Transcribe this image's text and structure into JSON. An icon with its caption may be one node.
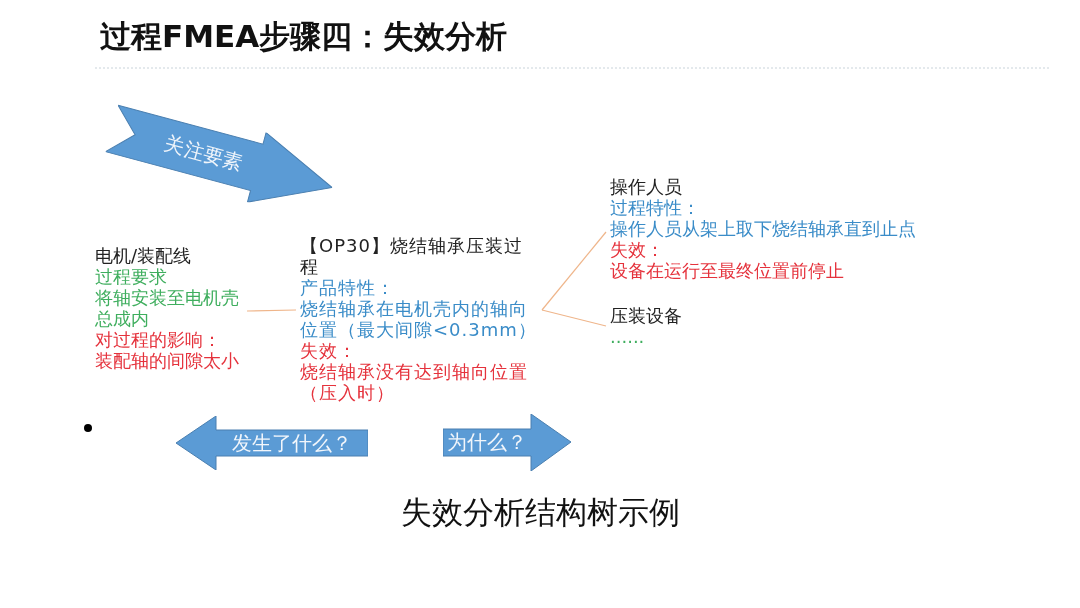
{
  "diagram": {
    "title": "过程FMEA步骤四：失效分析",
    "caption": "失效分析结构树示例",
    "nodes": [
      {
        "text": [
          "关注要素"
        ]
      },
      {
        "text": [
          "电机/装配线",
          "过程要求",
          "将轴安装至电机壳总成内",
          "对过程的影响：",
          "装配轴的间隙太小"
        ]
      },
      {
        "text": [
          "【OP30】烧结轴承压装过程",
          "产品特性：",
          "烧结轴承在电机壳内的轴向位置（最大间隙<0.3mm）",
          "失效：",
          "烧结轴承没有达到轴向位置（压入时）"
        ]
      },
      {
        "text": [
          "操作人员",
          "过程特性：",
          "操作人员从架上取下烧结轴承直到止点",
          "失效：",
          "设备在运行至最终位置前停止"
        ]
      },
      {
        "text": [
          "压装设备",
          "......"
        ]
      },
      {
        "text": [
          "发生了什么？"
        ]
      },
      {
        "text": [
          "为什么？"
        ]
      }
    ],
    "edges": [
      {
        "from": 1,
        "to": 2,
        "arrow": "none"
      },
      {
        "from": 2,
        "to": 3,
        "arrow": "none"
      },
      {
        "from": 2,
        "to": 4,
        "arrow": "none"
      }
    ]
  }
}
